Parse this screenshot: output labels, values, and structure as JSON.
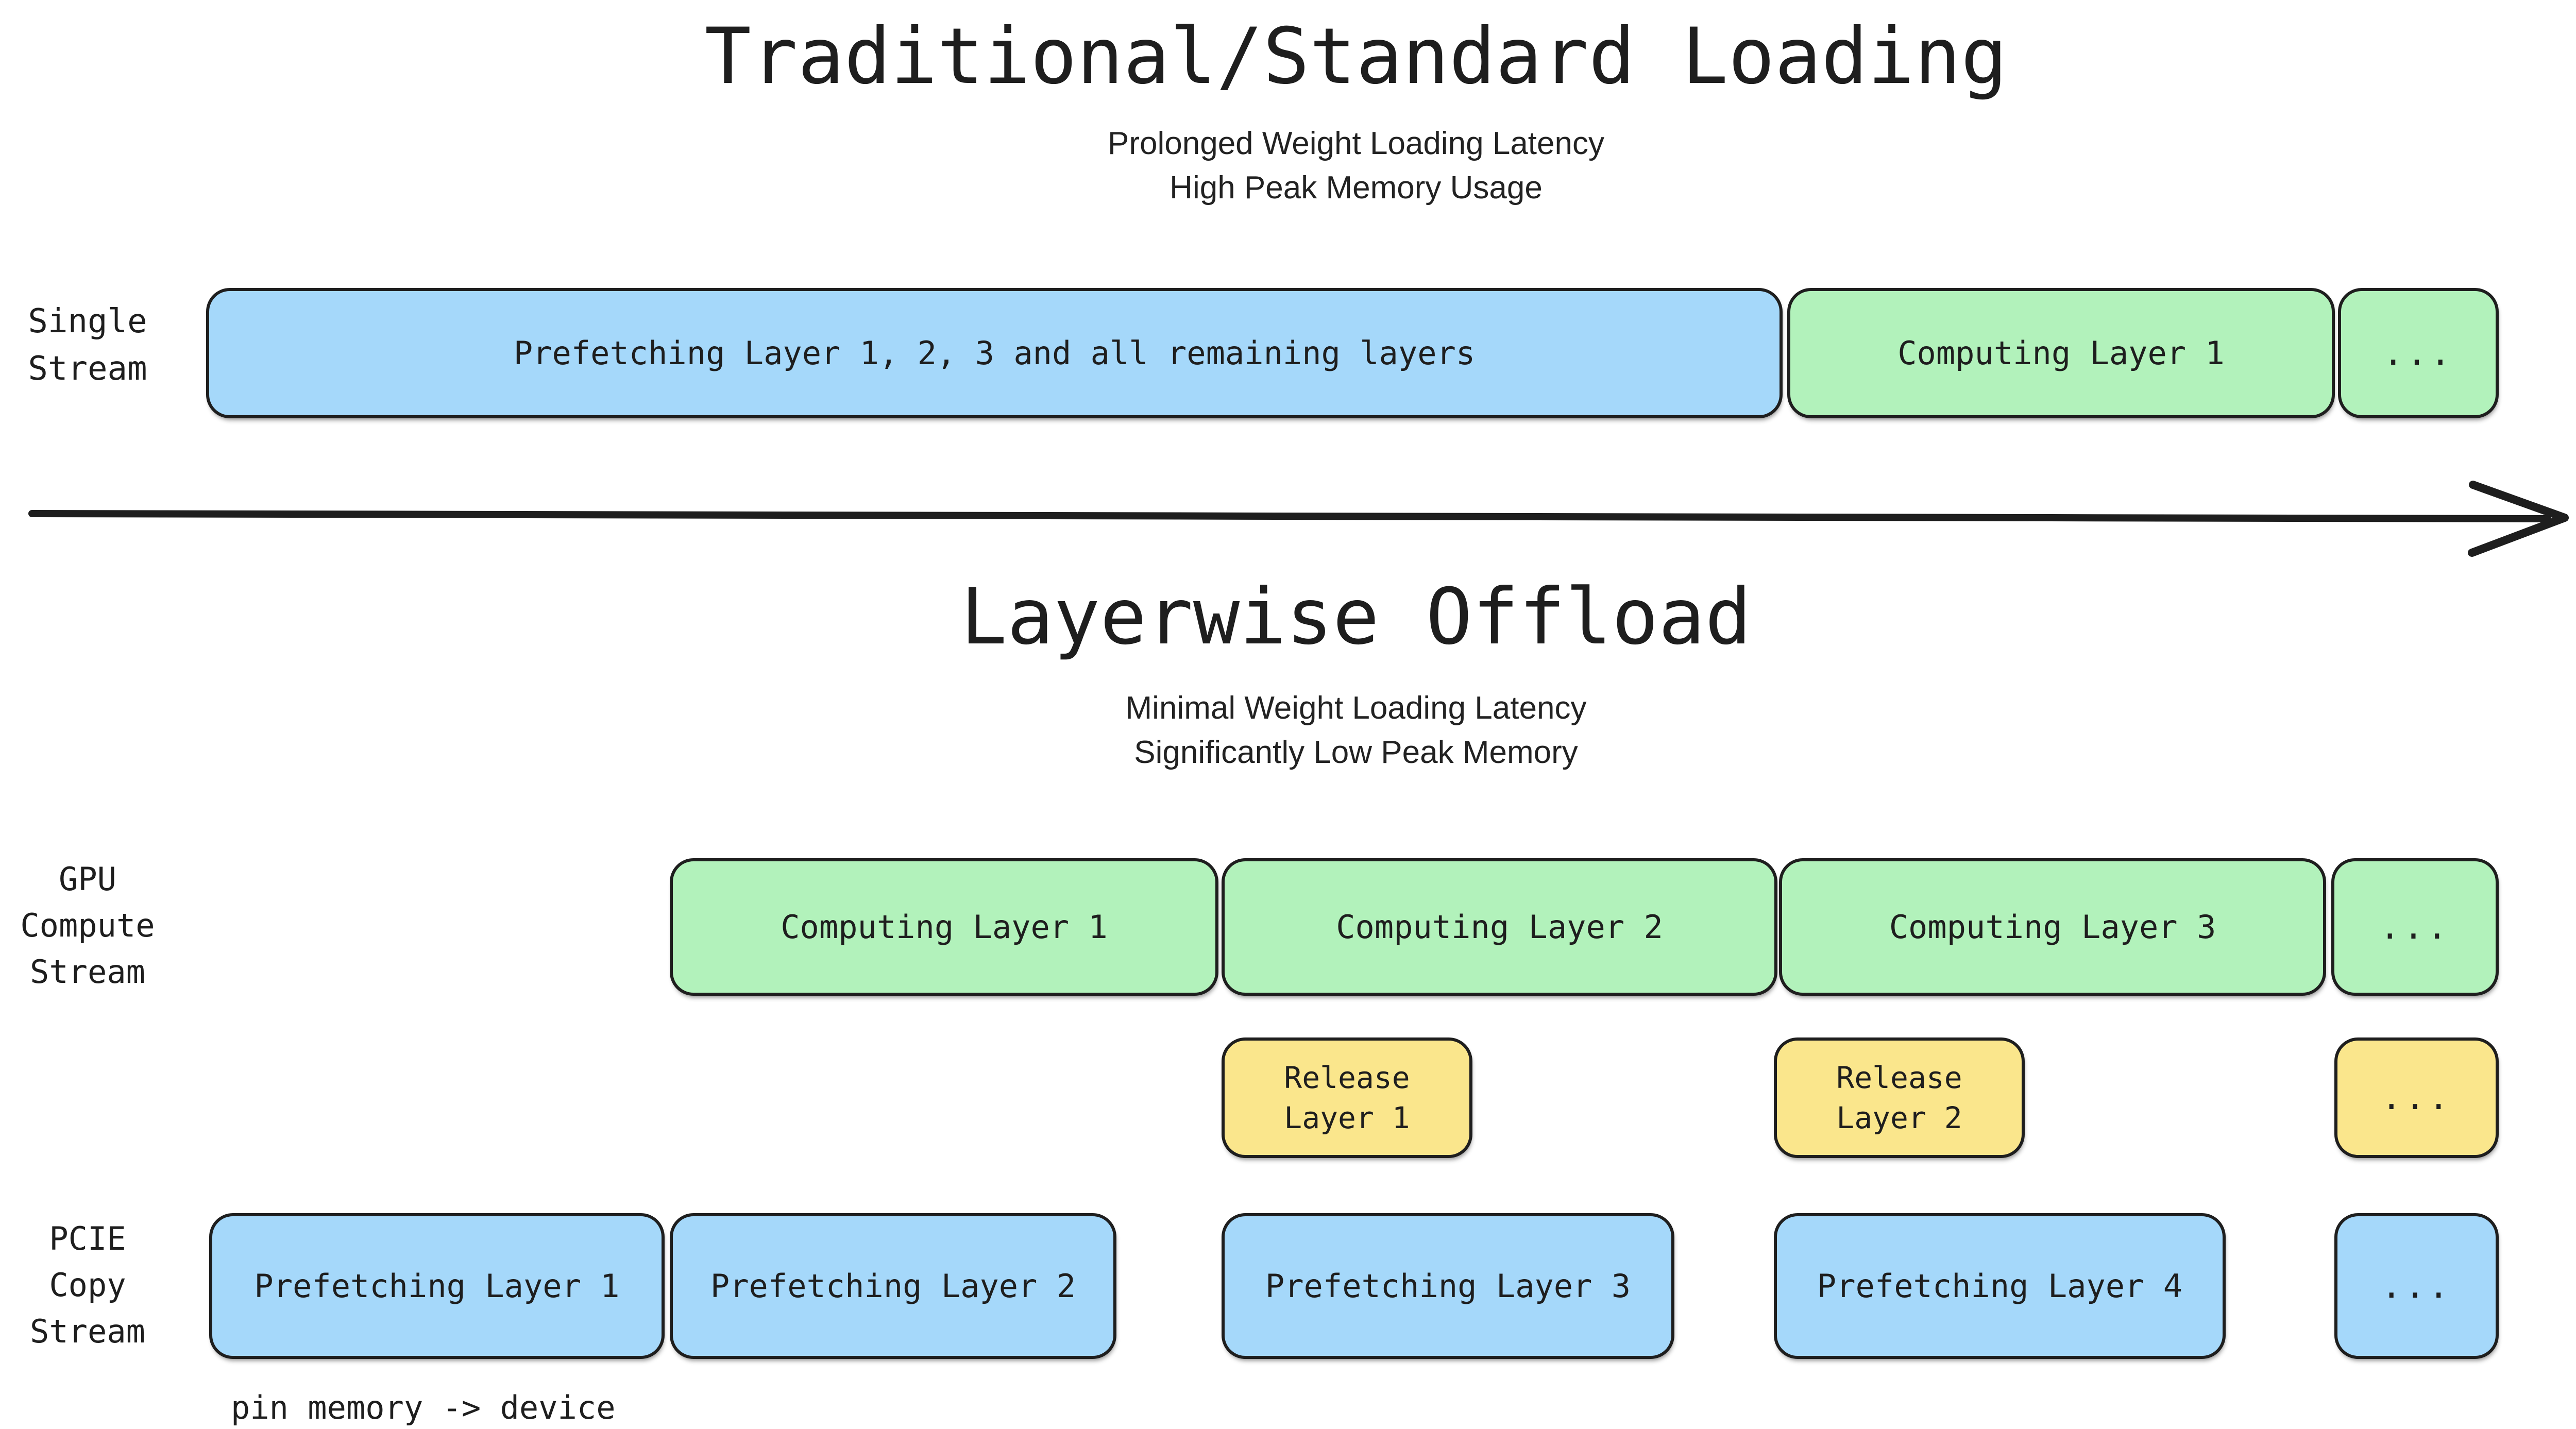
{
  "colors": {
    "blue": "#a5d8fa",
    "green": "#b2f2bb",
    "yellow": "#fae68c",
    "ink": "#1e1e1e",
    "background": "#ffffff"
  },
  "traditional": {
    "title": "Traditional/Standard Loading",
    "subtitle_lines": [
      "Prolonged Weight Loading Latency",
      "High Peak Memory Usage"
    ],
    "stream_label_lines": [
      "Single",
      "Stream"
    ],
    "blocks": {
      "prefetch_all": "Prefetching Layer 1, 2, 3 and all remaining layers",
      "computing_1": "Computing Layer 1",
      "ellipsis": "..."
    }
  },
  "layerwise": {
    "title": "Layerwise Offload",
    "subtitle_lines": [
      "Minimal Weight Loading Latency",
      "Significantly Low Peak Memory"
    ],
    "gpu_stream": {
      "label_lines": [
        "GPU",
        "Compute",
        "Stream"
      ],
      "blocks": [
        "Computing Layer 1",
        "Computing Layer 2",
        "Computing Layer 3",
        "..."
      ]
    },
    "release": {
      "block_1_lines": [
        "Release",
        "Layer 1"
      ],
      "block_2_lines": [
        "Release",
        "Layer 2"
      ],
      "ellipsis": "..."
    },
    "pcie_stream": {
      "label_lines": [
        "PCIE",
        "Copy",
        "Stream"
      ],
      "blocks": [
        "Prefetching Layer 1",
        "Prefetching Layer 2",
        "Prefetching Layer 3",
        "Prefetching Layer 4",
        "..."
      ],
      "footnote": "pin memory -> device"
    }
  }
}
